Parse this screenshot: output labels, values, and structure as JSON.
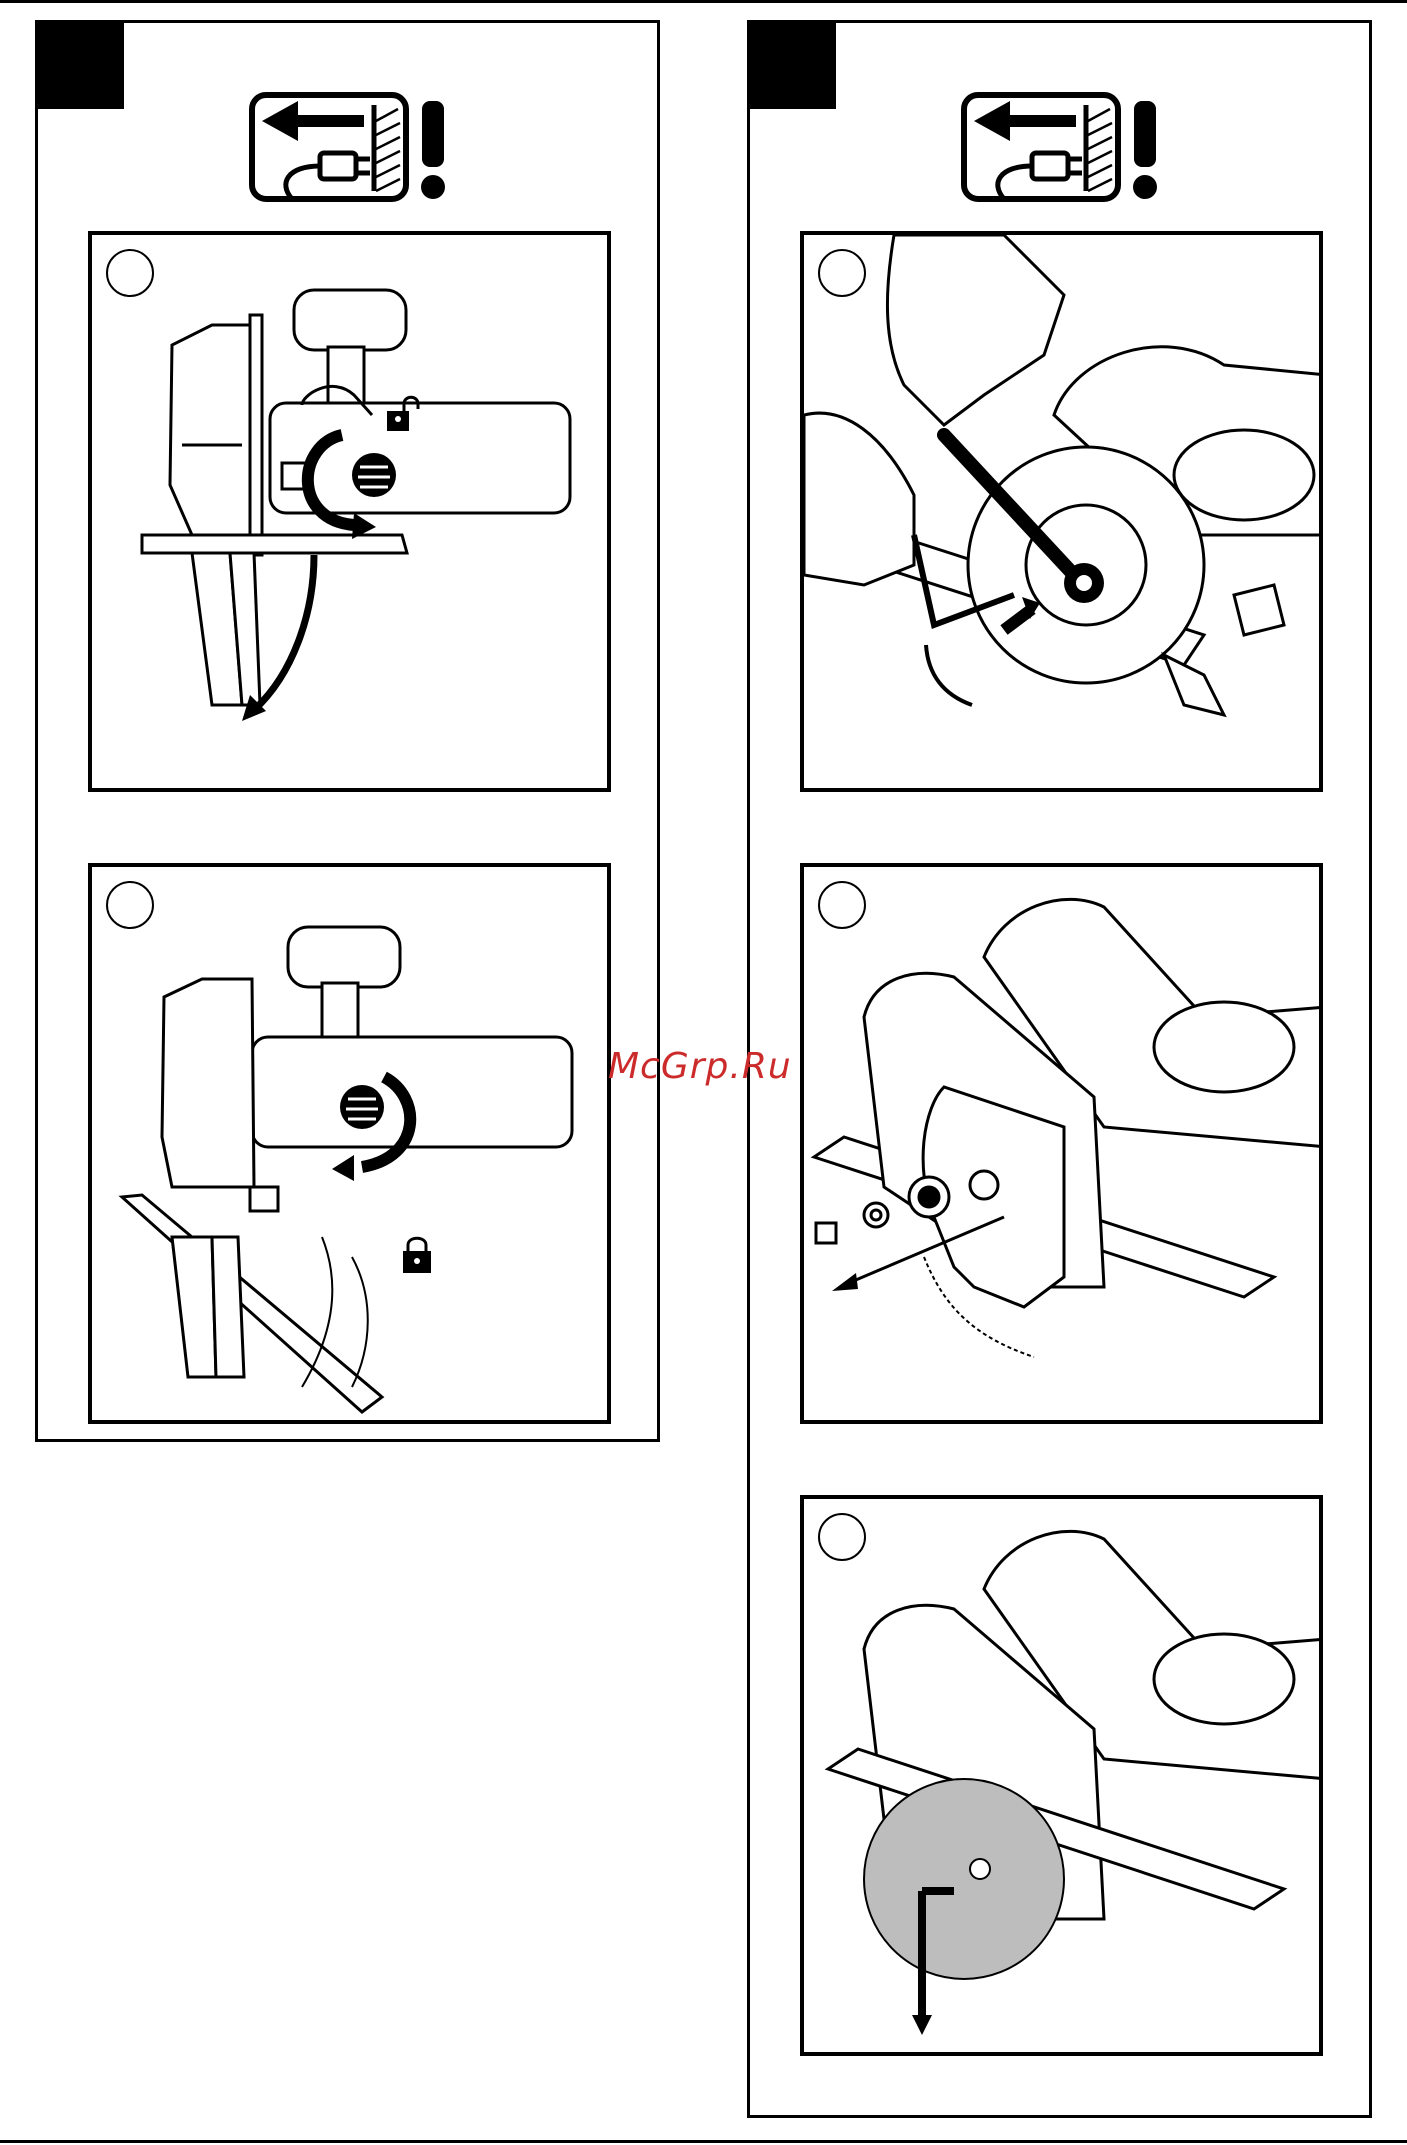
{
  "watermark": "McGrp.Ru",
  "colors": {
    "line": "#000000",
    "watermark": "#cc2b2b",
    "blade_fill": "#bdbdbd"
  },
  "icons": {
    "warning": "unplug-before-servicing-icon",
    "lock": "lock-icon",
    "unlock": "unlock-icon"
  },
  "columns": [
    {
      "panels": [
        "bevel-unlock",
        "bevel-lock"
      ]
    },
    {
      "panels": [
        "wrench-loosen",
        "remove-blade",
        "install-blade"
      ]
    }
  ]
}
